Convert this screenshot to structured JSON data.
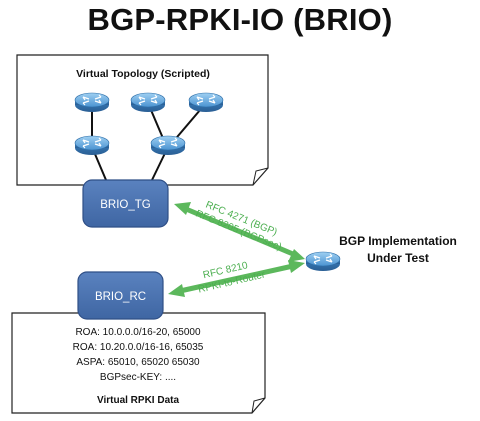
{
  "title": "BGP-RPKI-IO (BRIO)",
  "topology": {
    "label": "Virtual Topology (Scripted)"
  },
  "brio_tg": {
    "label": "BRIO_TG"
  },
  "brio_rc": {
    "label": "BRIO_RC"
  },
  "tg_link": {
    "line1": "RFC 4271 (BGP)",
    "line2": "RFC 8205 (BGPsec)"
  },
  "rc_link": {
    "line1": "RFC 8210",
    "line2": "RPKI-to-Router"
  },
  "implementation": {
    "line1": "BGP Implementation",
    "line2": "Under Test"
  },
  "rpki": {
    "lines": [
      "ROA: 10.0.0.0/16-20, 65000",
      "ROA: 10.20.0.0/16-16, 65035",
      "ASPA: 65010, 65020 65030",
      "BGPsec-KEY: ...."
    ],
    "label": "Virtual RPKI Data"
  },
  "colors": {
    "box": "#4a72b0",
    "box_border": "#3a5a90",
    "arrow": "#5cb85c",
    "label_green": "#4caf50",
    "router": "#5aa0d8"
  },
  "icons": {
    "router": "router-icon"
  }
}
